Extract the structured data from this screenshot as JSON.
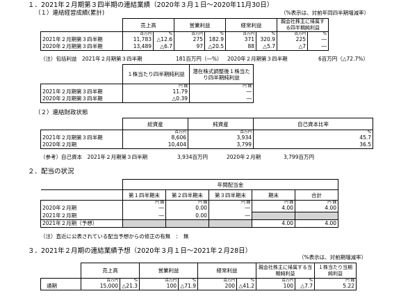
{
  "s1": {
    "title": "１．2021年２月期第３四半期の連結業績（2020年３月１日～2020年11月30日）",
    "sub1": "（１）連結経営成績(累計)",
    "pct_note": "（%表示は、対前年同四半期増減率）",
    "t1": {
      "headers": [
        "売上高",
        "営業利益",
        "経常利益",
        "親会社株主に帰属する四半期純利益"
      ],
      "units": [
        "百万円",
        "%",
        "百万円",
        "%",
        "百万円",
        "%",
        "百万円",
        "%"
      ],
      "rows": [
        {
          "label": "2021年２月期第３四半期",
          "cells": [
            "11,783",
            "△12.6",
            "275",
            "182.9",
            "371",
            "320.9",
            "225",
            "―"
          ]
        },
        {
          "label": "2020年２月期第３四半期",
          "cells": [
            "13,489",
            "△6.7",
            "97",
            "△20.5",
            "88",
            "△5.7",
            "△7",
            "―"
          ]
        }
      ]
    },
    "comp_note": {
      "lead": "（注）包括利益　2021年２月期第３四半期",
      "v1": "181百万円（―%）",
      "mid": "2020年２月期第３四半期",
      "v2": "6百万円（△72.7%）"
    },
    "t2": {
      "headers": [
        "１株当たり四半期純利益",
        "潜在株式調整後１株当たり四半期純利益"
      ],
      "units": [
        "円 銭",
        "円 銭"
      ],
      "rows": [
        {
          "label": "2021年２月期第３四半期",
          "cells": [
            "11.79",
            "―"
          ]
        },
        {
          "label": "2020年２月期第３四半期",
          "cells": [
            "△0.39",
            "―"
          ]
        }
      ]
    },
    "sub2": "（２）連結財政状態",
    "t3": {
      "headers": [
        "総資産",
        "純資産",
        "自己資本比率"
      ],
      "units": [
        "百万円",
        "百万円",
        "%"
      ],
      "rows": [
        {
          "label": "2021年２月期第３四半期",
          "cells": [
            "8,606",
            "3,934",
            "45.7"
          ]
        },
        {
          "label": "2020年２月期",
          "cells": [
            "10,404",
            "3,799",
            "36.5"
          ]
        }
      ]
    },
    "ref_note": {
      "lead": "（参考）自己資本　2021年２月期第３四半期",
      "v1": "3,934百万円",
      "mid": "2020年２月期",
      "v2": "3,799百万円"
    }
  },
  "s2": {
    "title": "２．配当の状況",
    "group_header": "年間配当金",
    "headers": [
      "第１四半期末",
      "第２四半期末",
      "第３四半期末",
      "期末",
      "合計"
    ],
    "units": [
      "円 銭",
      "円 銭",
      "円 銭",
      "円 銭",
      "円 銭"
    ],
    "rows": [
      {
        "label": "2020年２月期",
        "cells": [
          "―",
          "0.00",
          "―",
          "4.00",
          "4.00"
        ]
      },
      {
        "label": "2021年２月期",
        "cells": [
          "―",
          "0.00",
          "―",
          "",
          ""
        ]
      },
      {
        "label": "2021年２月期（予想）",
        "cells": [
          "",
          "",
          "",
          "4.00",
          "4.00"
        ]
      }
    ],
    "note": "（注）直近に公表されている配当予想からの修正の有無　：　無"
  },
  "s3": {
    "title": "３．2021年２月期の連結業績予想（2020年３月１日～2021年２月28日）",
    "pct_note": "（%表示は、対前期増減率）",
    "headers": [
      "売上高",
      "営業利益",
      "経常利益",
      "親会社株主に帰属する当期純利益",
      "１株当たり当期純利益"
    ],
    "units": [
      "百万円",
      "%",
      "百万円",
      "%",
      "百万円",
      "%",
      "百万円",
      "%",
      "円 銭"
    ],
    "rows": [
      {
        "label": "通期",
        "cells": [
          "15,000",
          "△21.3",
          "100",
          "△71.9",
          "200",
          "△41.2",
          "100",
          "△7.7",
          "5.22"
        ]
      }
    ]
  }
}
